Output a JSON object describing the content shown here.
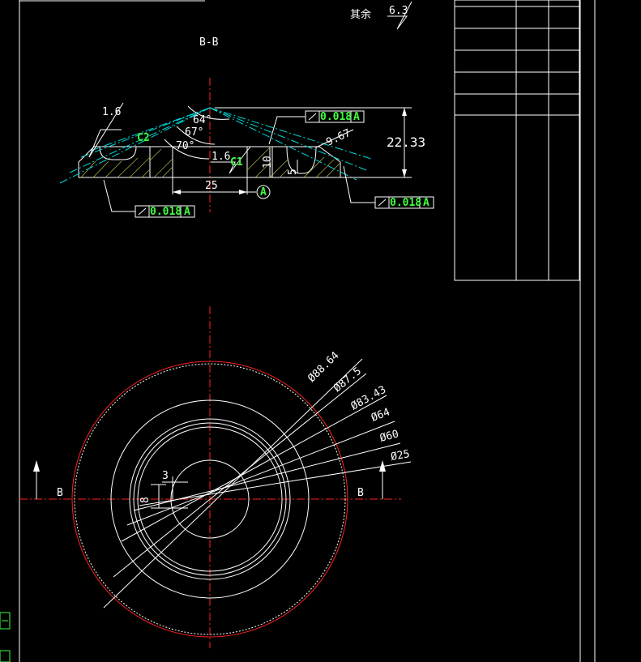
{
  "header": {
    "roughness_note": "其余",
    "roughness_value": "6.3"
  },
  "section_view": {
    "label": "B-B",
    "height_dim": "22.33",
    "bore_width_dim": "25",
    "groove_depth_dim": "10",
    "groove_small_dim": "5",
    "chamfer_dim": "9.67",
    "angle_1": "64°",
    "angle_2": "67°",
    "angle_3": "70°",
    "roughness_1": "1.6",
    "roughness_2": "1.6",
    "chamfer_c2": "C2",
    "chamfer_c1": "C1",
    "datum": "A",
    "tolerance_1": "0.018",
    "tolerance_1_datum": "A",
    "tolerance_2": "0.018",
    "tolerance_2_datum": "A",
    "tolerance_3": "0.018",
    "tolerance_3_datum": "A"
  },
  "plan_view": {
    "diameters": [
      "Ø88.64",
      "Ø87.5",
      "Ø83.43",
      "Ø64",
      "Ø60",
      "Ø25"
    ],
    "small_dim_3": "3",
    "small_dim_8": "8",
    "section_mark_left": "B",
    "section_mark_right": "B"
  },
  "colors": {
    "background": "#000000",
    "line": "#ffffff",
    "center_line": "#ff2020",
    "cone_line": "#00d8d8",
    "tolerance_text": "#40ff40"
  }
}
